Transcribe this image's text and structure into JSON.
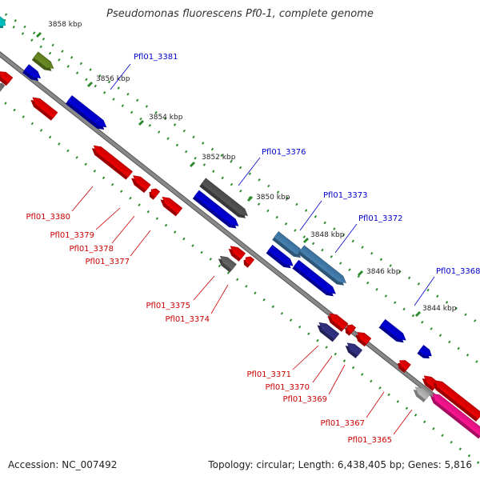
{
  "header": {
    "title": "Pseudomonas fluorescens Pf0-1, complete genome"
  },
  "footer": {
    "accession": "Accession: NC_007492",
    "topology": "Topology: circular; Length: 6,438,405 bp; Genes: 5,816"
  },
  "colors": {
    "forward_label": "#0000cc",
    "reverse_label": "#cc0000",
    "backbone": "#888888",
    "tick": "#2e8b2e"
  },
  "ticks": [
    {
      "label": "3858 kbp"
    },
    {
      "label": "3856 kbp"
    },
    {
      "label": "3854 kbp"
    },
    {
      "label": "3852 kbp"
    },
    {
      "label": "3850 kbp"
    },
    {
      "label": "3848 kbp"
    },
    {
      "label": "3846 kbp"
    },
    {
      "label": "3844 kbp"
    }
  ],
  "gene_labels_forward": [
    {
      "label": "Pfl01_3381"
    },
    {
      "label": "Pfl01_3376"
    },
    {
      "label": "Pfl01_3373"
    },
    {
      "label": "Pfl01_3372"
    },
    {
      "label": "Pfl01_3368"
    }
  ],
  "gene_labels_reverse": [
    {
      "label": "Pfl01_3380"
    },
    {
      "label": "Pfl01_3379"
    },
    {
      "label": "Pfl01_3378"
    },
    {
      "label": "Pfl01_3377"
    },
    {
      "label": "Pfl01_3375"
    },
    {
      "label": "Pfl01_3374"
    },
    {
      "label": "Pfl01_3371"
    },
    {
      "label": "Pfl01_3370"
    },
    {
      "label": "Pfl01_3369"
    },
    {
      "label": "Pfl01_3367"
    },
    {
      "label": "Pfl01_3365"
    }
  ]
}
